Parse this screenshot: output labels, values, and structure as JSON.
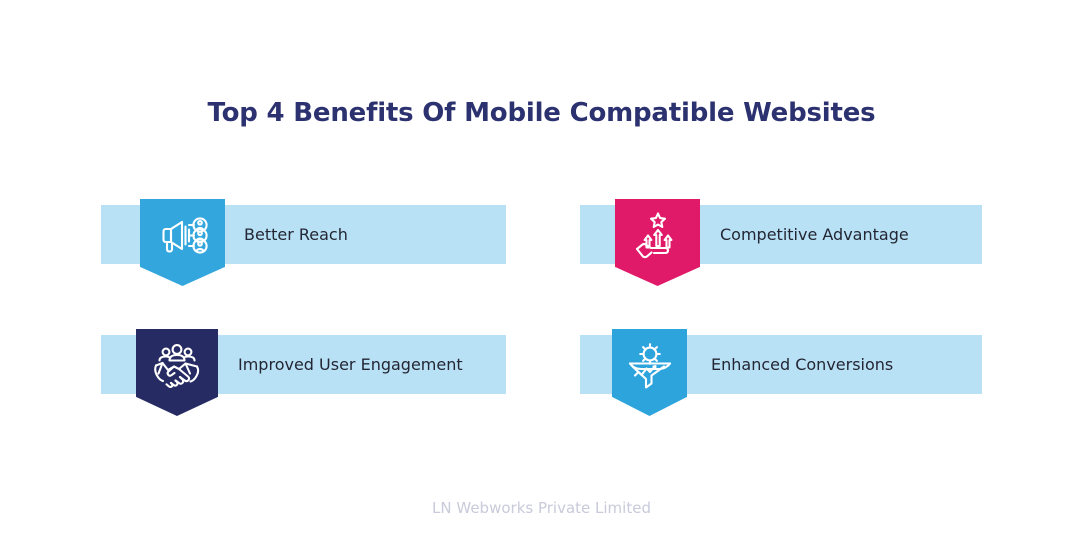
{
  "header": {
    "title": "Top 4 Benefits Of Mobile Compatible Websites"
  },
  "benefits": [
    {
      "label": "Better Reach",
      "icon": "megaphone-audience-icon",
      "ribbon_color": "#33a7dd",
      "bar_color": "#b9e1f6"
    },
    {
      "label": "Competitive Advantage",
      "icon": "hand-growth-arrows-star-icon",
      "ribbon_color": "#e01a68",
      "bar_color": "#b9e1f6"
    },
    {
      "label": "Improved User Engagement",
      "icon": "handshake-group-icon",
      "ribbon_color": "#262c63",
      "bar_color": "#b9e1f6"
    },
    {
      "label": "Enhanced Conversions",
      "icon": "funnel-gear-chart-icon",
      "ribbon_color": "#2ea4dd",
      "bar_color": "#b9e1f6"
    }
  ],
  "footer": {
    "credit": "LN Webworks Private Limited"
  },
  "colors": {
    "title": "#2c3270",
    "label": "#232633",
    "footer": "#c9cada",
    "background": "#ffffff"
  }
}
